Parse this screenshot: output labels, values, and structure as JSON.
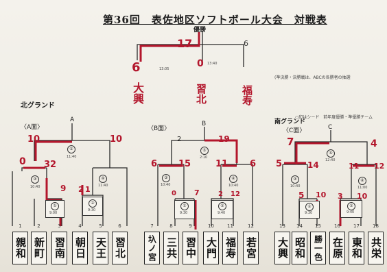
{
  "title": "第36回　表佐地区ソフトボール大会　対戦表",
  "final": {
    "label": "優勝",
    "score_left": "17",
    "score_right": "6",
    "semi_left_score": "6",
    "semi_mid_score": "0",
    "time_left": "13:05",
    "time_right": "13:40",
    "winner_left": "大興",
    "winner_mid": "習北",
    "winner_right": "福寿"
  },
  "notes": {
    "right_note": "(準決勝・決勝戦は、ABCの各勝者の抽選",
    "seed_note": "○印はシード　前年度優勝・準優勝チーム",
    "north_hand": "北グランド",
    "south_hand": "南グランド"
  },
  "blocks": [
    {
      "title": "〈A面〉",
      "top_letter": "A",
      "top_scores": [
        "10",
        "10"
      ],
      "round_marks": [
        "⑤",
        "④",
        "③",
        "②",
        "①"
      ],
      "scores": [
        "0",
        "32",
        "9",
        "2",
        "1"
      ],
      "times": [
        "11:40",
        "10:40",
        "9:00",
        "9:30",
        "11:40"
      ],
      "numbers": [
        "1",
        "2",
        "3",
        "4",
        "5",
        "6"
      ],
      "teams": [
        "親和",
        "新町",
        "習南",
        "朝日",
        "天王",
        "習北"
      ]
    },
    {
      "title": "〈B面〉",
      "top_letter": "B",
      "top_scores": [
        "2",
        "19"
      ],
      "round_marks": [
        "⑤",
        "③",
        "④",
        "①",
        "②"
      ],
      "scores": [
        "6",
        "15",
        "0",
        "7",
        "11",
        "6",
        "2",
        "12"
      ],
      "times": [
        "2:10",
        "10:40",
        "9:30",
        "10:40",
        "9:40"
      ],
      "numbers": [
        "7",
        "8",
        "9",
        "10",
        "11",
        "12"
      ],
      "teams": [
        "圦ノ宮",
        "三共",
        "習中",
        "大門",
        "福寿",
        "若宮"
      ]
    },
    {
      "title": "〈C面〉",
      "top_letter": "C",
      "top_scores": [
        "7",
        "4"
      ],
      "round_marks": [
        "⑤",
        "③",
        "④",
        "①",
        "②"
      ],
      "scores": [
        "5",
        "14",
        "5",
        "10",
        "11",
        "12",
        "3",
        "10"
      ],
      "times": [
        "12:40",
        "10:40",
        "9:30",
        "11:00",
        "9:40"
      ],
      "numbers": [
        "13",
        "14",
        "15",
        "16",
        "17",
        "18"
      ],
      "teams": [
        "大興",
        "昭和",
        "勝一色",
        "在原",
        "東和",
        "共栄"
      ]
    }
  ]
}
